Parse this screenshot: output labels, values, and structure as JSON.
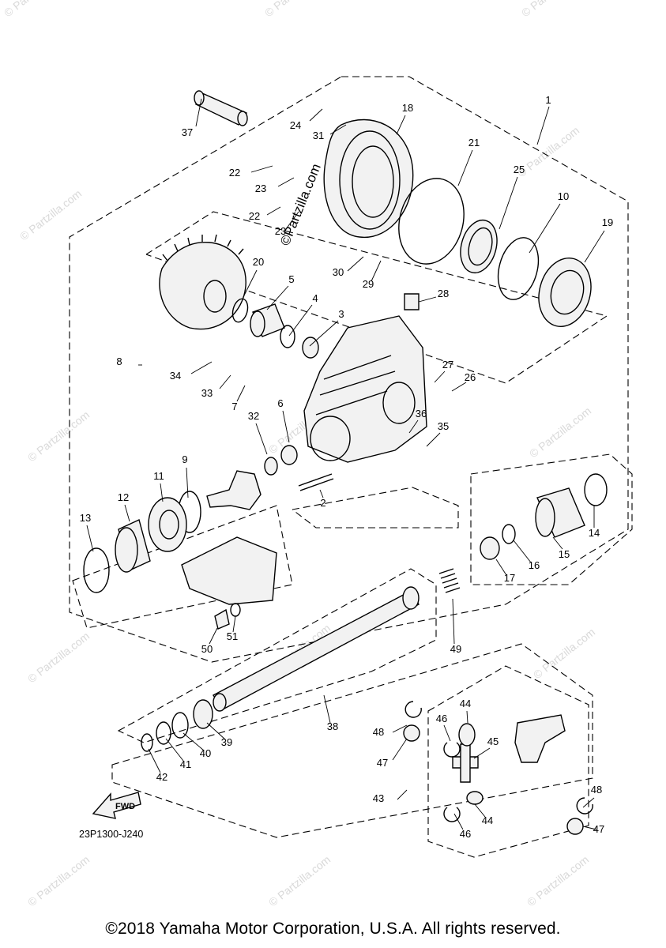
{
  "diagram": {
    "drawing_code": "23P1300-J240",
    "copyright": "©2018 Yamaha Motor Corporation, U.S.A. All rights reserved.",
    "watermark": "© Partzilla.com",
    "center_watermark": "©Partzilla.com",
    "direction_label": "FWD",
    "callouts": [
      "1",
      "2",
      "3",
      "4",
      "5",
      "6",
      "7",
      "8",
      "9",
      "10",
      "11",
      "12",
      "13",
      "14",
      "15",
      "16",
      "17",
      "18",
      "19",
      "20",
      "21",
      "22",
      "22",
      "23",
      "23",
      "24",
      "25",
      "26",
      "27",
      "28",
      "29",
      "30",
      "31",
      "32",
      "33",
      "34",
      "35",
      "36",
      "37",
      "38",
      "39",
      "40",
      "41",
      "42",
      "43",
      "44",
      "44",
      "45",
      "46",
      "46",
      "47",
      "47",
      "48",
      "48",
      "49",
      "50",
      "51"
    ]
  }
}
